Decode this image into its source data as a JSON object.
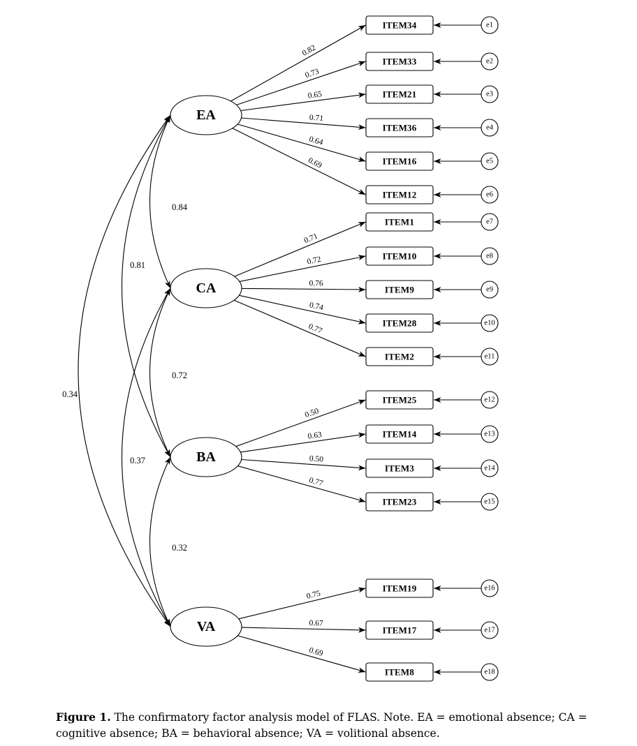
{
  "figure": {
    "caption_label": "Figure 1.",
    "caption_text": "The confirmatory factor analysis model of FLAS. Note. EA = emotional absence; CA = cognitive absence; BA = behavioral absence; VA = volitional absence."
  },
  "diagram": {
    "type": "cfa-path-diagram",
    "factors": [
      {
        "name": "EA",
        "items": [
          {
            "label": "ITEM34",
            "loading": "0.82",
            "error": "e1"
          },
          {
            "label": "ITEM33",
            "loading": "0.73",
            "error": "e2"
          },
          {
            "label": "ITEM21",
            "loading": "0.65",
            "error": "e3"
          },
          {
            "label": "ITEM36",
            "loading": "0.71",
            "error": "e4"
          },
          {
            "label": "ITEM16",
            "loading": "0.64",
            "error": "e5"
          },
          {
            "label": "ITEM12",
            "loading": "0.69",
            "error": "e6"
          }
        ]
      },
      {
        "name": "CA",
        "items": [
          {
            "label": "ITEM1",
            "loading": "0.71",
            "error": "e7"
          },
          {
            "label": "ITEM10",
            "loading": "0.72",
            "error": "e8"
          },
          {
            "label": "ITEM9",
            "loading": "0.76",
            "error": "e9"
          },
          {
            "label": "ITEM28",
            "loading": "0.74",
            "error": "e10"
          },
          {
            "label": "ITEM2",
            "loading": "0.77",
            "error": "e11"
          }
        ]
      },
      {
        "name": "BA",
        "items": [
          {
            "label": "ITEM25",
            "loading": "0.50",
            "error": "e12"
          },
          {
            "label": "ITEM14",
            "loading": "0.63",
            "error": "e13"
          },
          {
            "label": "ITEM3",
            "loading": "0.50",
            "error": "e14"
          },
          {
            "label": "ITEM23",
            "loading": "0.77",
            "error": "e15"
          }
        ]
      },
      {
        "name": "VA",
        "items": [
          {
            "label": "ITEM19",
            "loading": "0.75",
            "error": "e16"
          },
          {
            "label": "ITEM17",
            "loading": "0.67",
            "error": "e17"
          },
          {
            "label": "ITEM8",
            "loading": "0.69",
            "error": "e18"
          }
        ]
      }
    ],
    "correlations": [
      {
        "from": "EA",
        "to": "CA",
        "value": "0.84"
      },
      {
        "from": "EA",
        "to": "BA",
        "value": "0.81"
      },
      {
        "from": "CA",
        "to": "BA",
        "value": "0.72"
      },
      {
        "from": "CA",
        "to": "VA",
        "value": "0.37"
      },
      {
        "from": "BA",
        "to": "VA",
        "value": "0.32"
      },
      {
        "from": "EA",
        "to": "VA",
        "value": "0.34"
      }
    ]
  }
}
